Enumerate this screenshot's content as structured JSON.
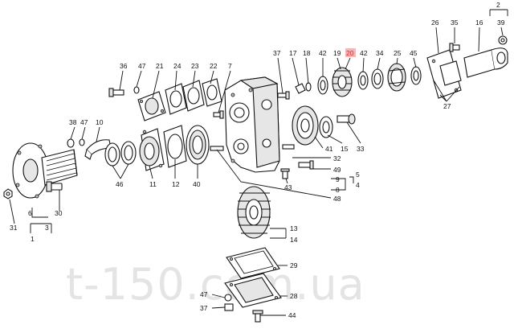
{
  "watermark": "t-150.com.ua",
  "highlight_color": "#d8282e",
  "callouts": {
    "c1": "1",
    "c2": "2",
    "c3": "3",
    "c4": "4",
    "c5": "5",
    "c6": "6",
    "c7": "7",
    "c8": "8",
    "c9": "9",
    "c10": "10",
    "c11": "11",
    "c12": "12",
    "c13": "13",
    "c14": "14",
    "c15": "15",
    "c16": "16",
    "c17": "17",
    "c18": "18",
    "c19": "19",
    "c20": "20",
    "c21": "21",
    "c22": "22",
    "c23": "23",
    "c24": "24",
    "c25": "25",
    "c26": "26",
    "c27": "27",
    "c28": "28",
    "c29": "29",
    "c30": "30",
    "c31": "31",
    "c32": "32",
    "c33": "33",
    "c34": "34",
    "c35": "35",
    "c36": "36",
    "c37a": "37",
    "c37b": "37",
    "c38": "38",
    "c39": "39",
    "c40": "40",
    "c41": "41",
    "c42a": "42",
    "c42b": "42",
    "c43": "43",
    "c44": "44",
    "c45": "45",
    "c46": "46",
    "c47a": "47",
    "c47b": "47",
    "c47c": "47",
    "c48": "48",
    "c49": "49"
  }
}
